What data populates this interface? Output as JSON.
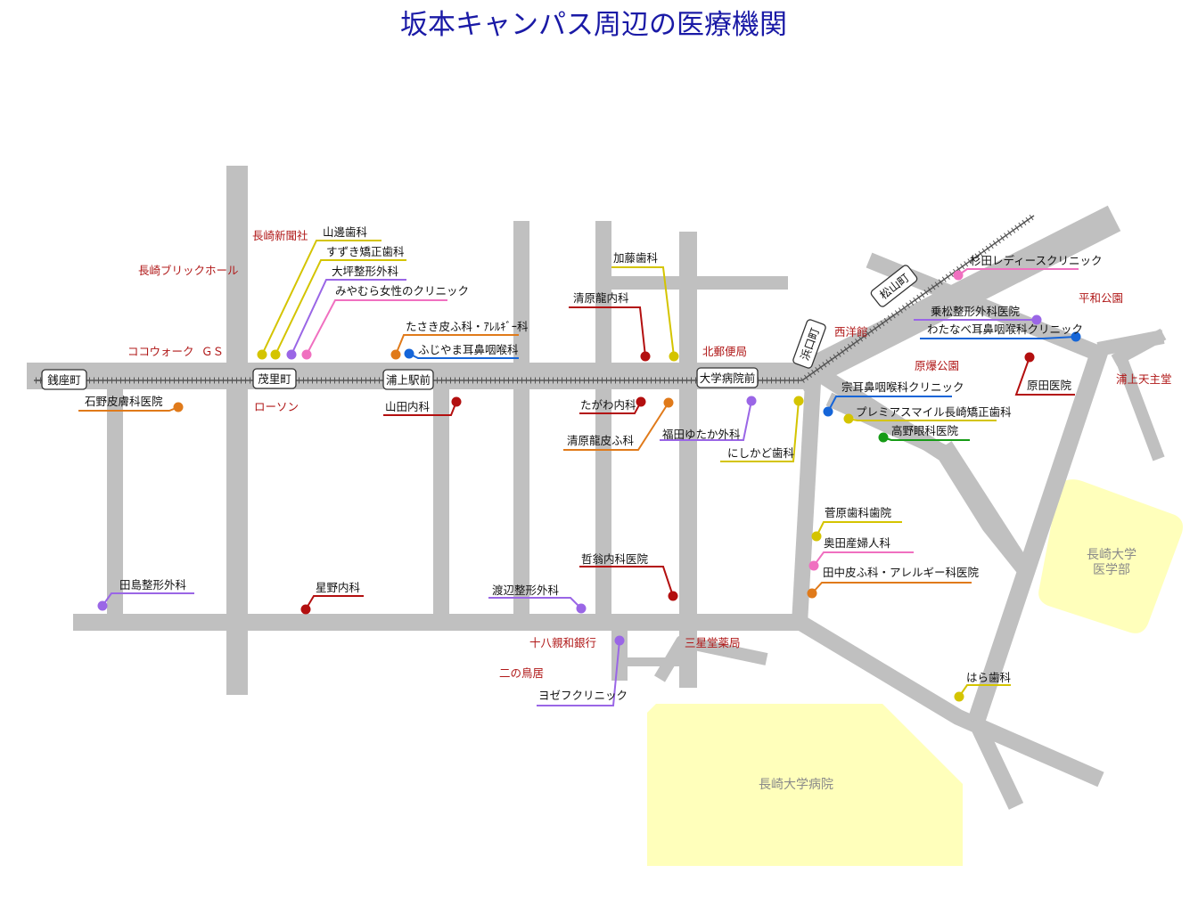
{
  "title": "坂本キャンパス周辺の医療機関",
  "stations": [
    {
      "key": "zenzamachi",
      "label": "銭座町"
    },
    {
      "key": "mogimachi",
      "label": "茂里町"
    },
    {
      "key": "urakami_ekimae",
      "label": "浦上駅前"
    },
    {
      "key": "daigaku_byoinmae",
      "label": "大学病院前"
    },
    {
      "key": "hamaguchi",
      "label": "浜口町"
    },
    {
      "key": "matsuyama",
      "label": "松山町"
    }
  ],
  "landmarks": [
    {
      "key": "nagasaki_shinbun",
      "label": "長崎新聞社"
    },
    {
      "key": "brick_hall",
      "label": "長崎ブリックホール"
    },
    {
      "key": "cocowalk",
      "label": "ココウォーク"
    },
    {
      "key": "gs",
      "label": "ＧＳ"
    },
    {
      "key": "lawson",
      "label": "ローソン"
    },
    {
      "key": "kita_post",
      "label": "北郵便局"
    },
    {
      "key": "seiyokan",
      "label": "西洋館"
    },
    {
      "key": "heiwa_park",
      "label": "平和公園"
    },
    {
      "key": "genbaku_park",
      "label": "原爆公園"
    },
    {
      "key": "urakami_cathedral",
      "label": "浦上天主堂"
    },
    {
      "key": "juhachi_bank",
      "label": "十八親和銀行"
    },
    {
      "key": "sanseido",
      "label": "三星堂薬局"
    },
    {
      "key": "ninotorii",
      "label": "二の鳥居"
    }
  ],
  "areas": [
    {
      "key": "med_school",
      "lines": [
        "長崎大学",
        "医学部"
      ]
    },
    {
      "key": "hospital",
      "lines": [
        "長崎大学病院"
      ]
    }
  ],
  "clinics": [
    {
      "key": "yamabe",
      "label": "山邊歯科",
      "color": "#d4c400"
    },
    {
      "key": "suzuki",
      "label": "すずき矯正歯科",
      "color": "#d4c400"
    },
    {
      "key": "ootsubo",
      "label": "大坪整形外科",
      "color": "#9a66e6"
    },
    {
      "key": "miyamura",
      "label": "みやむら女性のクリニック",
      "color": "#f070c0"
    },
    {
      "key": "takasaki",
      "label": "たさき皮ふ科・ｱﾚﾙｷﾞｰ科",
      "color": "#e07a1a"
    },
    {
      "key": "fujiyama",
      "label": "ふじやま耳鼻咽喉科",
      "color": "#1565d8"
    },
    {
      "key": "kato",
      "label": "加藤歯科",
      "color": "#d4c400"
    },
    {
      "key": "kiyohara_naika",
      "label": "清原龍内科",
      "color": "#b30f0f"
    },
    {
      "key": "sugita",
      "label": "杉田レディースクリニック",
      "color": "#f070c0"
    },
    {
      "key": "norimatsu",
      "label": "乗松整形外科医院",
      "color": "#9a66e6"
    },
    {
      "key": "watanabe",
      "label": "わたなべ耳鼻咽喉科クリニック",
      "color": "#1565d8"
    },
    {
      "key": "ishino",
      "label": "石野皮膚科医院",
      "color": "#e07a1a"
    },
    {
      "key": "yamada",
      "label": "山田内科",
      "color": "#b30f0f"
    },
    {
      "key": "tagawa",
      "label": "たがわ内科",
      "color": "#b30f0f"
    },
    {
      "key": "kiyohara_hifu",
      "label": "清原龍皮ふ科",
      "color": "#e07a1a"
    },
    {
      "key": "fukuda",
      "label": "福田ゆたか外科",
      "color": "#9a66e6"
    },
    {
      "key": "nishikado",
      "label": "にしかど歯科",
      "color": "#d4c400"
    },
    {
      "key": "sou",
      "label": "宗耳鼻咽喉科クリニック",
      "color": "#1565d8"
    },
    {
      "key": "harada",
      "label": "原田医院",
      "color": "#b30f0f"
    },
    {
      "key": "premier",
      "label": "プレミアスマイル長崎矯正歯科",
      "color": "#d4c400"
    },
    {
      "key": "takano",
      "label": "高野眼科医院",
      "color": "#169b16"
    },
    {
      "key": "sugawara",
      "label": "菅原歯科歯院",
      "color": "#d4c400"
    },
    {
      "key": "okuda",
      "label": "奥田産婦人科",
      "color": "#f070c0"
    },
    {
      "key": "tanaka",
      "label": "田中皮ふ科・アレルギー科医院",
      "color": "#e07a1a"
    },
    {
      "key": "tajima",
      "label": "田島整形外科",
      "color": "#9a66e6"
    },
    {
      "key": "hoshino",
      "label": "星野内科",
      "color": "#b30f0f"
    },
    {
      "key": "watanabe_seikei",
      "label": "渡辺整形外科",
      "color": "#9a66e6"
    },
    {
      "key": "tetsuo",
      "label": "哲翁内科医院",
      "color": "#b30f0f"
    },
    {
      "key": "yosefu",
      "label": "ヨゼフクリニック",
      "color": "#9a66e6"
    },
    {
      "key": "hara",
      "label": "はら歯科",
      "color": "#d4c400"
    }
  ],
  "colors": {
    "road": "#c0c0c0",
    "area_fill": "#ffffbb",
    "landmark_text": "#b01818",
    "title_text": "#1a1aa6",
    "tram_track": "#555555"
  }
}
